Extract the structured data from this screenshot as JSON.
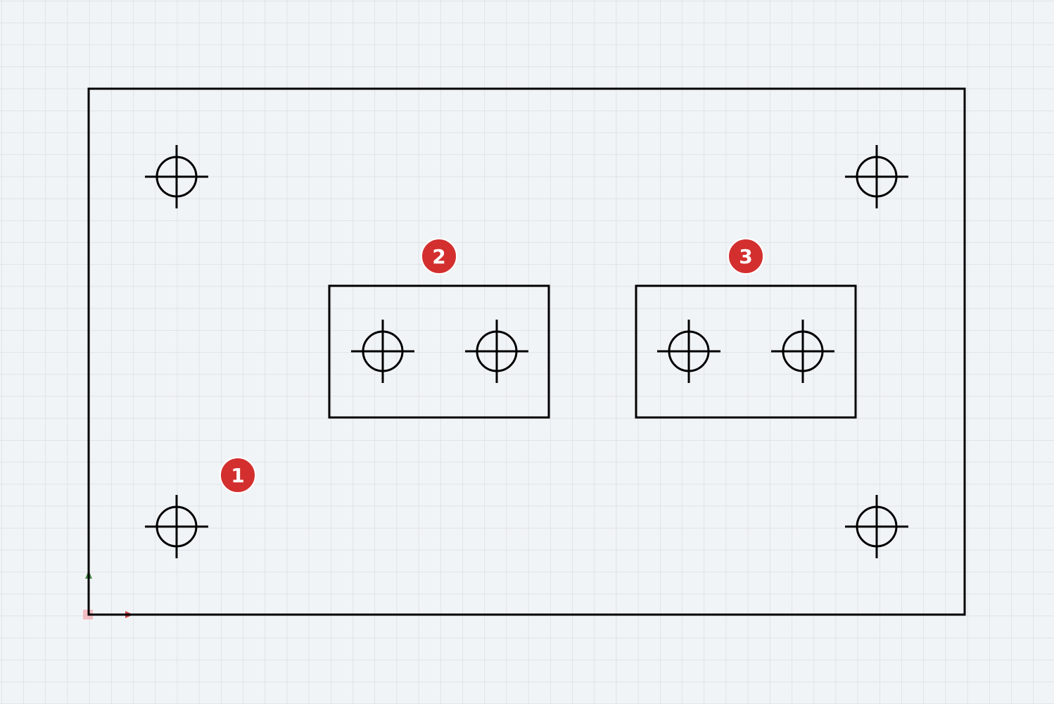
{
  "canvas": {
    "background": "#f1f4f7",
    "grid_color": "#d3d9de",
    "stroke_color": "#000000"
  },
  "parts": {
    "outer_plate": {
      "badge": "1",
      "holes": 4
    },
    "inner_plate_left": {
      "badge": "2",
      "holes": 2
    },
    "inner_plate_right": {
      "badge": "3",
      "holes": 2
    }
  },
  "badge_color": "#d32f2f",
  "badge_text_color": "#ffffff",
  "axis": {
    "x_color": "#c62828",
    "y_color": "#2e7d32",
    "origin_color": "#f4a7ad"
  },
  "icons": {
    "hole_symbol": "hole-crosshair-icon"
  }
}
